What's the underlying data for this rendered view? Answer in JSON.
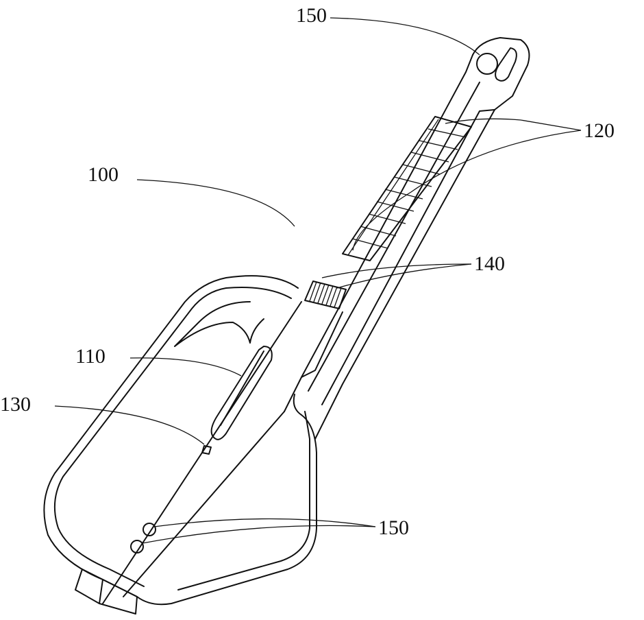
{
  "figure": {
    "labels": {
      "device": "100",
      "slot": "110",
      "segments": "120",
      "indicator": "130",
      "grip": "140",
      "buttons_top": "150",
      "buttons_bottom": "150"
    }
  }
}
